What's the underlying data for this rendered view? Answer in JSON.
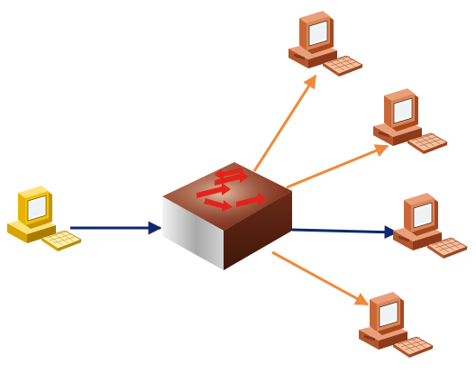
{
  "diagram": {
    "type": "network-switch-forwarding",
    "nodes": [
      {
        "id": "source-computer",
        "icon": "computer-icon",
        "color": "#f2c200",
        "role": "source"
      },
      {
        "id": "switch",
        "icon": "switch-icon",
        "color": "#8b3e25",
        "role": "switch"
      },
      {
        "id": "dest-computer-1",
        "icon": "computer-icon",
        "color": "#c05a2e",
        "role": "destination"
      },
      {
        "id": "dest-computer-2",
        "icon": "computer-icon",
        "color": "#c05a2e",
        "role": "destination"
      },
      {
        "id": "dest-computer-3",
        "icon": "computer-icon",
        "color": "#c05a2e",
        "role": "destination"
      },
      {
        "id": "dest-computer-4",
        "icon": "computer-icon",
        "color": "#c05a2e",
        "role": "destination"
      }
    ],
    "edges": [
      {
        "from": "source-computer",
        "to": "switch",
        "color": "#10276b"
      },
      {
        "from": "switch",
        "to": "dest-computer-1",
        "color": "#ef8a3a"
      },
      {
        "from": "switch",
        "to": "dest-computer-2",
        "color": "#ef8a3a"
      },
      {
        "from": "switch",
        "to": "dest-computer-3",
        "color": "#10276b"
      },
      {
        "from": "switch",
        "to": "dest-computer-4",
        "color": "#ef8a3a"
      }
    ]
  }
}
